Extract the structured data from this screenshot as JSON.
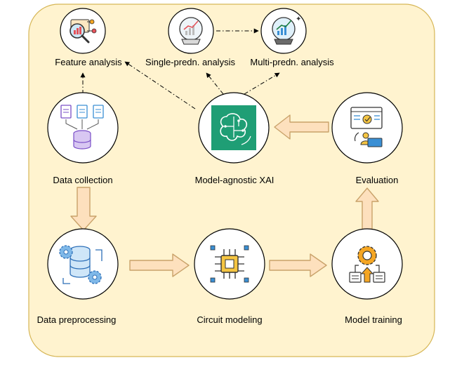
{
  "diagram": {
    "colors": {
      "panel_fill": "#fff3cf",
      "panel_stroke": "#d6b656",
      "arrow_fill": "#fde0bd",
      "arrow_stroke": "#c9a26a",
      "circle_stroke": "#000000",
      "dashdot": "#000000"
    },
    "nodes": {
      "feature_analysis": {
        "label": "Feature analysis",
        "icon": "magnifier-chart-icon"
      },
      "single_predn": {
        "label": "Single-predn. analysis",
        "icon": "crystal-ball-chart-icon"
      },
      "multi_predn": {
        "label": "Multi-predn. analysis",
        "icon": "crystal-ball-growth-icon"
      },
      "data_collection": {
        "label": "Data collection",
        "icon": "files-to-database-icon"
      },
      "model_agnostic_xai": {
        "label": "Model-agnostic XAI",
        "icon": "brain-circuit-icon"
      },
      "evaluation": {
        "label": "Evaluation",
        "icon": "dashboard-evaluation-icon"
      },
      "data_preprocessing": {
        "label": "Data preprocessing",
        "icon": "database-gears-icon"
      },
      "circuit_modeling": {
        "label": "Circuit modeling",
        "icon": "microchip-icon"
      },
      "model_training": {
        "label": "Model training",
        "icon": "gear-training-icon"
      }
    }
  }
}
